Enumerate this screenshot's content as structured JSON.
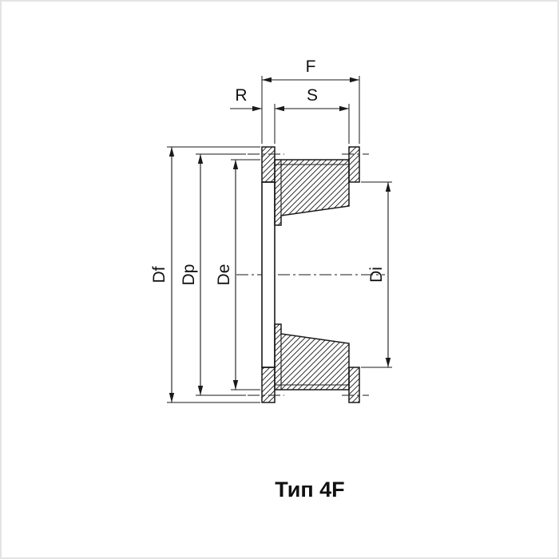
{
  "title": "Тип 4F",
  "labels": {
    "f": "F",
    "r": "R",
    "s": "S",
    "df": "Df",
    "dp": "Dp",
    "de": "De",
    "di": "Di"
  },
  "colors": {
    "line": "#1a1a1a",
    "background": "#ffffff",
    "frame": "#e3e3e3",
    "hatch": "#1a1a1a"
  }
}
